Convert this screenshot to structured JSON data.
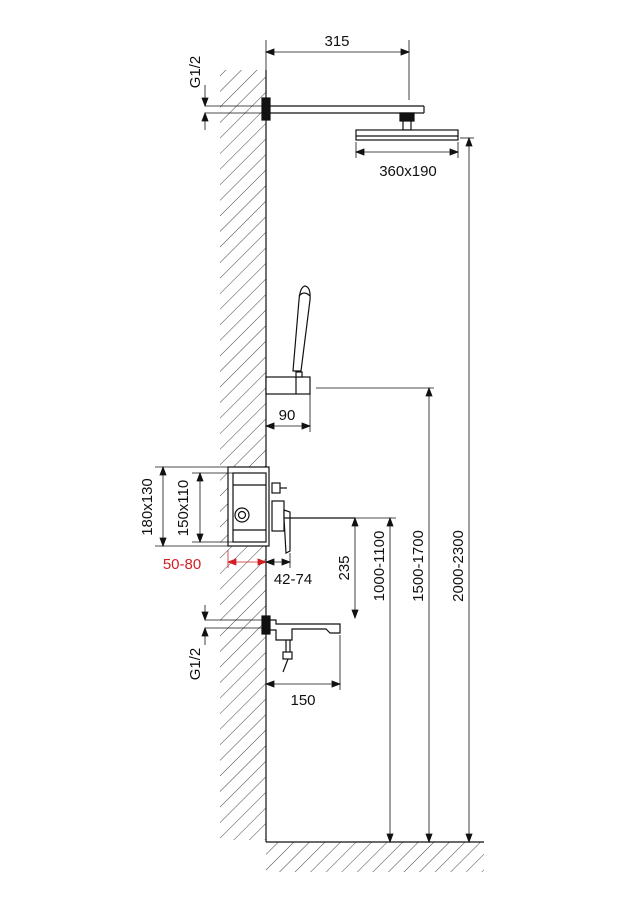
{
  "colors": {
    "line": "#111111",
    "hatch": "#333333",
    "accent": "#d21f25",
    "background": "#ffffff"
  },
  "labels": {
    "shower_arm_length": "315",
    "top_inlet_thread": "G1/2",
    "head_size": "360x190",
    "holder_depth": "90",
    "box_outer": "180x130",
    "box_inner": "150x110",
    "install_depth": "50-80",
    "mixer_offset": "42-74",
    "mixer_to_spout": "235",
    "mixer_height": "1000-1100",
    "holder_height": "1500-1700",
    "head_height": "2000-2300",
    "bottom_inlet_thread": "G1/2",
    "spout_length": "150"
  }
}
